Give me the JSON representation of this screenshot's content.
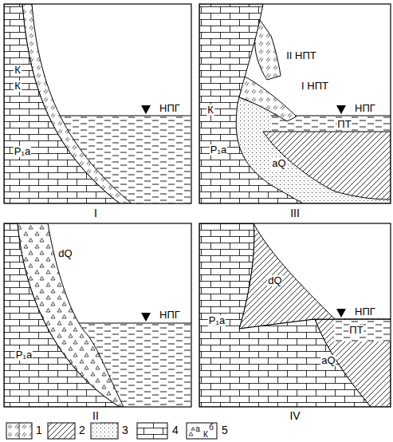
{
  "diagram": {
    "labels": [
      "К",
      "К",
      "P₁a",
      "НПГ",
      "I",
      "dQ",
      "P₁a",
      "НПГ",
      "II",
      "II НПТ",
      "I НПТ",
      "К",
      "НПГ",
      "ПТ",
      "P₁a",
      "aQ",
      "III",
      "dQ",
      "P₁a",
      "НПГ",
      "ПТ",
      "aQ",
      "IV",
      "а",
      "К",
      "б"
    ],
    "legend": [
      {
        "text": "1"
      },
      {
        "text": "2"
      },
      {
        "text": "3"
      },
      {
        "text": "4"
      },
      {
        "text": "5"
      }
    ]
  }
}
